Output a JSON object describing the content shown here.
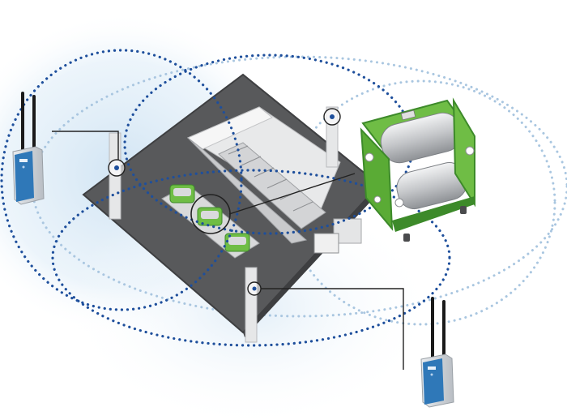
{
  "diagram": {
    "kind": "wireless-industrial-network-illustration",
    "elements": [
      "access-point-left",
      "access-point-bottom-right",
      "access-point-on-center-pole",
      "factory-floor",
      "conveyor-machine",
      "motor-units",
      "motor-roller-closeup"
    ],
    "colors": {
      "coverage_dots": "#1e4f9c",
      "coverage_dots_light": "#a9c6e0",
      "coverage_glow": "#dcebf7",
      "floor": "#58595b",
      "floor_edge": "#3e3f41",
      "wall": "#c9cacc",
      "machine_green": "#6fbd45",
      "machine_green_dark": "#3d8a2a",
      "roller_silver": "#d9dadc",
      "device_blue": "#2f78b8",
      "device_body": "#cfd3d8",
      "antenna": "#1a1a1a",
      "leader_line": "#222222"
    }
  }
}
